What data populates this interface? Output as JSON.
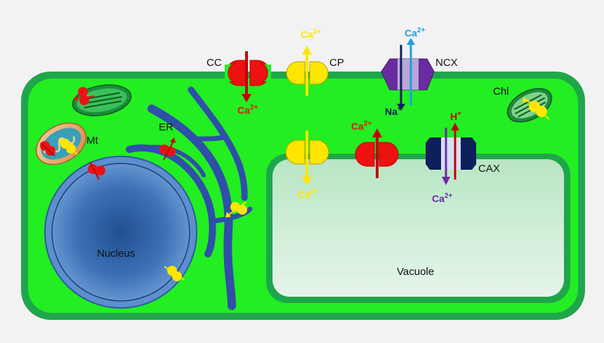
{
  "colors": {
    "background": "#f2f2f2",
    "cell_wall": "#1fa64b",
    "cytoplasm": "#22ee22",
    "vacuole_fill": "#d6efdc",
    "er": "#2f4fa8",
    "nucleus": "#3d72b8",
    "ca_channel": "#ee1111",
    "ca_pump": "#ffe600",
    "ncx": "#6a2ca0",
    "cax": "#0e1f5a",
    "ca_ncx_label": "#1aa0e0",
    "ca_cax_label": "#6a2ca0",
    "h_label": "#c00000",
    "na_label": "#0e1f5a"
  },
  "labels": {
    "cc": "CC",
    "cp": "CP",
    "ncx": "NCX",
    "cax": "CAX",
    "chl": "Chl",
    "mt": "Mt",
    "er": "ER",
    "nucleus": "Nucleus",
    "vacuole": "Vacuole"
  },
  "ions": {
    "ca_base": "Ca",
    "ca_charge": "2+",
    "na_base": "Na",
    "na_charge": "+",
    "h_base": "H",
    "h_charge": "+"
  }
}
